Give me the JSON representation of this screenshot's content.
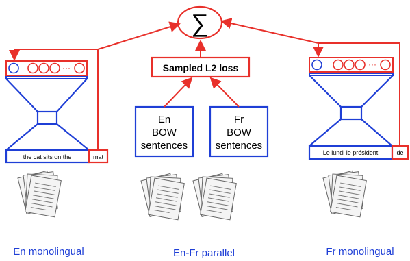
{
  "sum_symbol": "∑",
  "loss_label": "Sampled L2 loss",
  "left": {
    "sentence": "the cat sits on the",
    "target_word": "mat",
    "caption": "En monolingual"
  },
  "middle": {
    "en_box": [
      "En",
      "BOW",
      "sentences"
    ],
    "fr_box": [
      "Fr",
      "BOW",
      "sentences"
    ],
    "caption": "En-Fr parallel"
  },
  "right": {
    "sentence": "Le lundi le président",
    "target_word": "de",
    "caption": "Fr monolingual"
  },
  "colors": {
    "red": "#e8302a",
    "blue": "#1f3fd6",
    "black": "#000000"
  },
  "output_layer_ellipsis": "···"
}
